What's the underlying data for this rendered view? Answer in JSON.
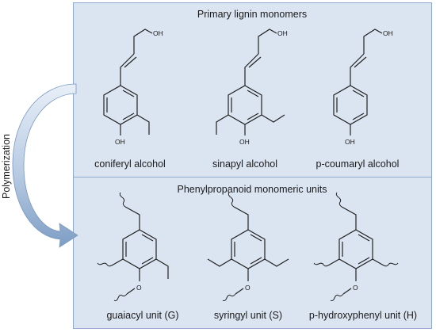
{
  "diagram": {
    "top_panel": {
      "title": "Primary lignin monomers",
      "compounds": [
        {
          "name": "coniferyl alcohol"
        },
        {
          "name": "sinapyl alcohol"
        },
        {
          "name": "p-coumaryl alcohol"
        }
      ]
    },
    "bottom_panel": {
      "title": "Phenylpropanoid monomeric units",
      "units": [
        {
          "name": "guaiacyl unit (G)"
        },
        {
          "name": "syringyl unit (S)"
        },
        {
          "name": "p-hydroxyphenyl unit (H)"
        }
      ]
    },
    "side_arrow_label": "Polymerization",
    "atom_labels": {
      "hydroxyl": "OH",
      "oxygen": "O"
    },
    "colors": {
      "panel_fill": "#dbe5f2",
      "panel_border": "#8ea9cc",
      "arrow_light": "#e6eef8",
      "arrow_dark": "#7d9dc4"
    }
  }
}
